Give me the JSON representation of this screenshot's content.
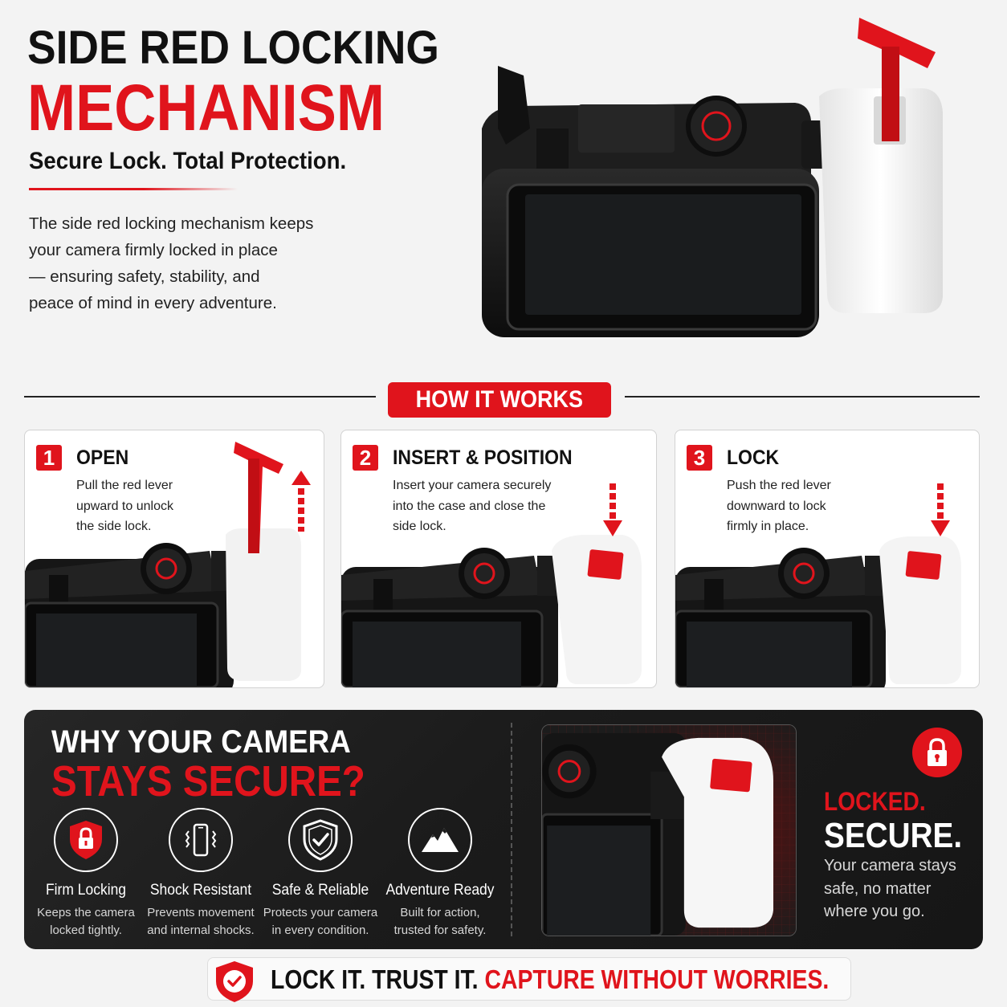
{
  "header": {
    "title_line1": "SIDE RED LOCKING",
    "title_line2": "MECHANISM",
    "subtitle": "Secure Lock. Total Protection.",
    "intro_lines": [
      "The side red locking mechanism keeps",
      "your camera firmly locked in place",
      "— ensuring safety, stability, and",
      "peace of mind in every adventure."
    ]
  },
  "how_it_works": {
    "label": "HOW IT WORKS",
    "steps": [
      {
        "number": "1",
        "title": "OPEN",
        "lines": [
          "Pull the red lever",
          "upward to unlock",
          "the side lock."
        ]
      },
      {
        "number": "2",
        "title": "INSERT & POSITION",
        "lines": [
          "Insert your camera securely",
          "into the case and close the",
          "side lock."
        ]
      },
      {
        "number": "3",
        "title": "LOCK",
        "lines": [
          "Push the red lever",
          "downward to lock",
          "firmly in place."
        ]
      }
    ]
  },
  "why": {
    "title_line1": "WHY YOUR CAMERA",
    "title_line2": "STAYS SECURE?",
    "features": [
      {
        "icon": "shield-lock-icon",
        "title": "Firm Locking",
        "lines": [
          "Keeps the camera",
          "locked tightly."
        ]
      },
      {
        "icon": "phone-vibrate-icon",
        "title": "Shock Resistant",
        "lines": [
          "Prevents movement",
          "and internal shocks."
        ]
      },
      {
        "icon": "shield-check-icon",
        "title": "Safe & Reliable",
        "lines": [
          "Protects your camera",
          "in every condition."
        ]
      },
      {
        "icon": "mountain-icon",
        "title": "Adventure Ready",
        "lines": [
          "Built for action,",
          "trusted for safety."
        ]
      }
    ],
    "locked": "LOCKED.",
    "secure": "SECURE.",
    "secure_lines": [
      "Your camera stays",
      "safe, no matter",
      "where you go."
    ]
  },
  "banner": {
    "part1": "LOCK IT. TRUST IT.",
    "part2": "CAPTURE WITHOUT WORRIES."
  },
  "colors": {
    "accent": "#e0141c",
    "dark": "#1b1b1b",
    "background": "#f3f3f3"
  }
}
